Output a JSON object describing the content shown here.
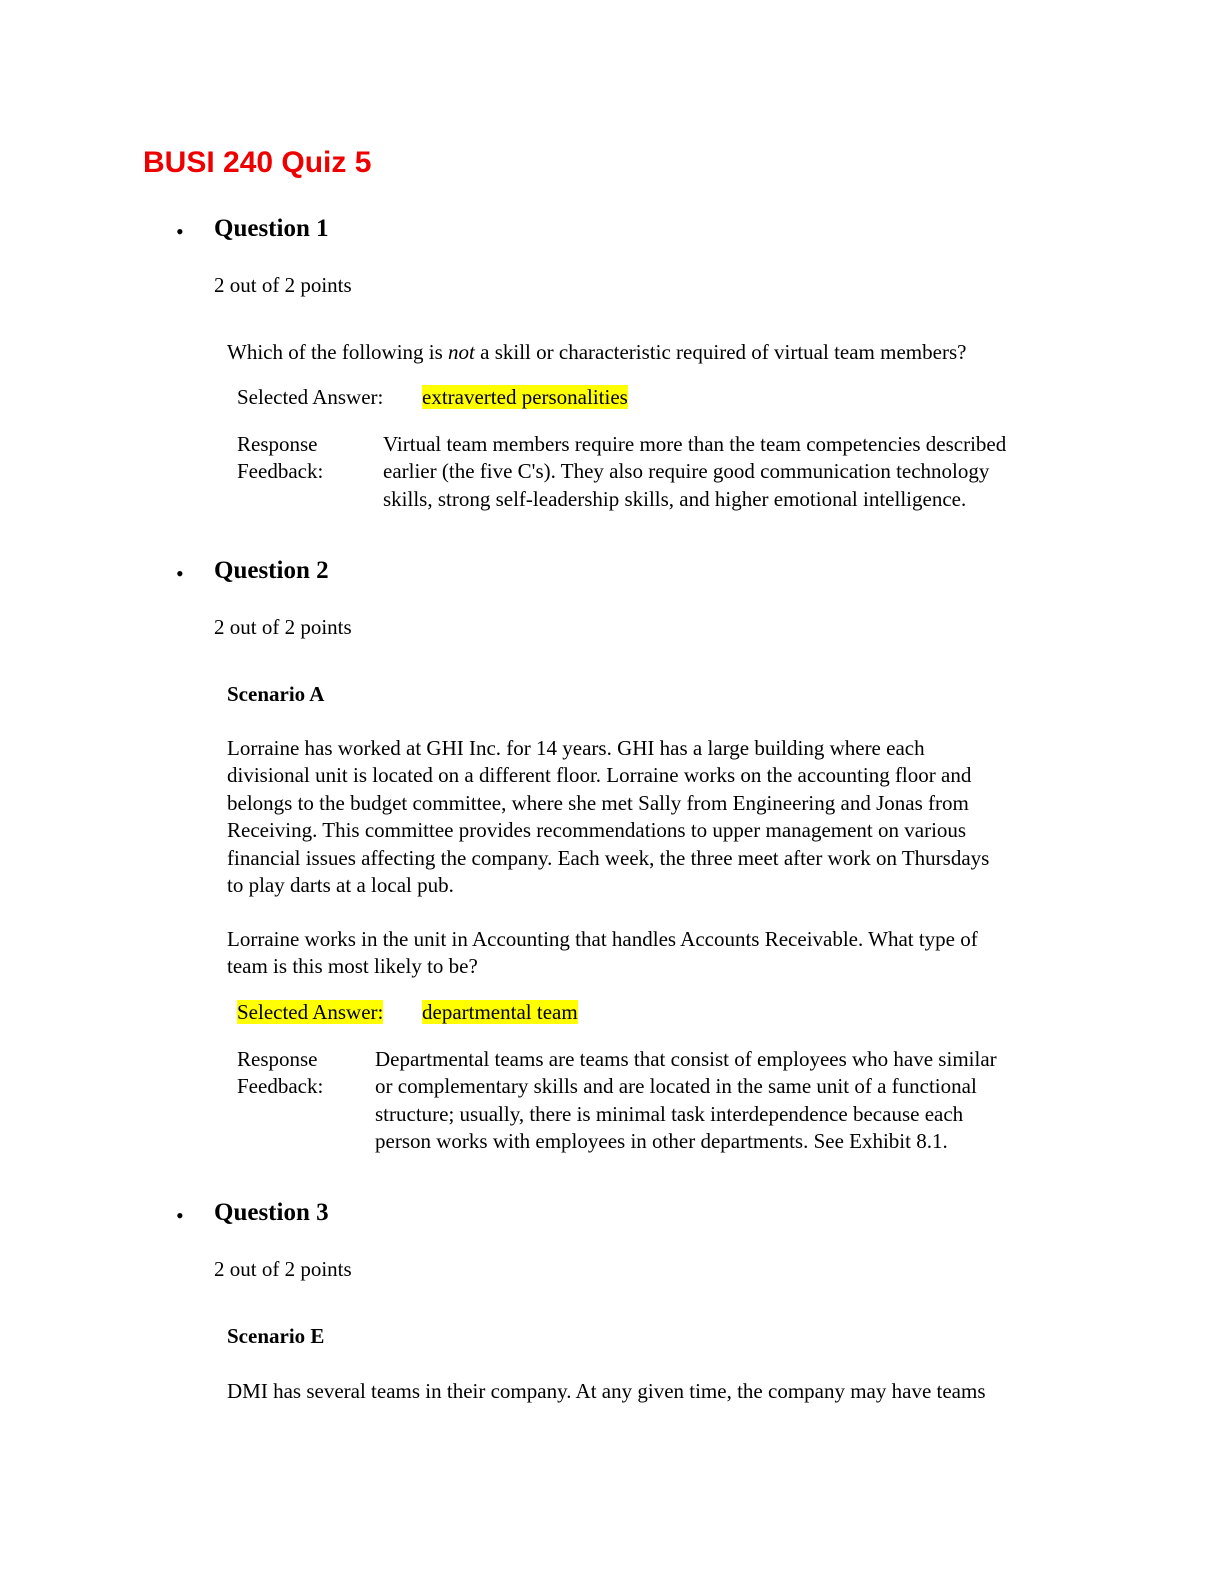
{
  "title": "BUSI 240 Quiz 5",
  "colors": {
    "title": "#ee0000",
    "highlight": "#ffff00"
  },
  "bullet_glyph": "•",
  "labels": {
    "selected_answer": "Selected Answer:",
    "response_line1": "Response",
    "response_line2": "Feedback:"
  },
  "questions": [
    {
      "title": "Question 1",
      "points": "2 out of 2 points",
      "prompt_before": "Which of the following is ",
      "prompt_italic": "not",
      "prompt_after": " a skill or characteristic required of virtual team members?",
      "selected_answer": "extraverted personalities",
      "feedback": [
        "Virtual team members require more than the team competencies described",
        "earlier (the five C's). They also require good communication technology",
        "skills, strong self-leadership skills, and higher emotional intelligence."
      ]
    },
    {
      "title": "Question 2",
      "points": "2 out of 2 points",
      "scenario": "Scenario A",
      "paragraph1": [
        "Lorraine has worked at GHI Inc. for 14 years. GHI has a large building where each",
        "divisional unit is located on a different floor. Lorraine works on the accounting floor and",
        "belongs to the budget committee, where she met Sally from Engineering and Jonas from",
        "Receiving. This committee provides recommendations to upper management on various",
        "financial issues affecting the company. Each week, the three meet after work on Thursdays",
        "to play darts at a local pub."
      ],
      "paragraph2": [
        "Lorraine works in the unit in Accounting that handles Accounts Receivable. What type of",
        "team is this most likely to be?"
      ],
      "selected_answer": "departmental team",
      "feedback": [
        "Departmental teams are teams that consist of employees who have similar",
        "or complementary skills and are located in the same unit of a functional",
        "structure; usually, there is minimal task interdependence because each",
        "person works with employees in other departments. See Exhibit 8.1."
      ]
    },
    {
      "title": "Question 3",
      "points": "2 out of 2 points",
      "scenario": "Scenario E",
      "paragraph1": [
        "DMI has several teams in their company. At any given time, the company may have teams"
      ]
    }
  ]
}
